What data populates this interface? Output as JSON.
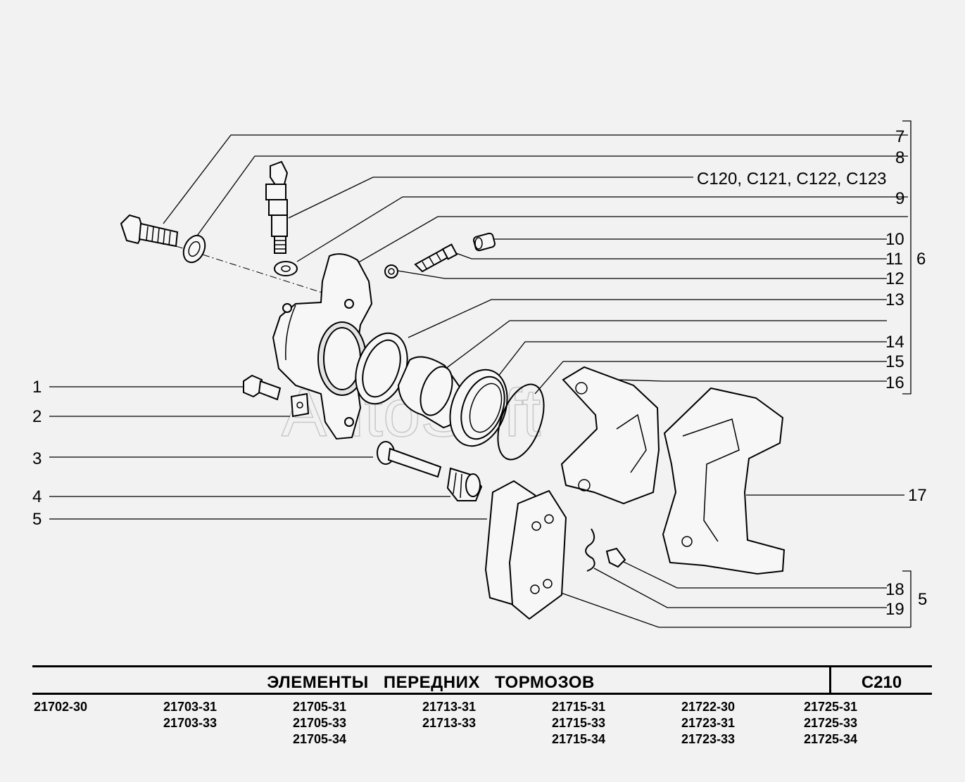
{
  "title": "ЭЛЕМЕНТЫ ПЕРЕДНИХ ТОРМОЗОВ",
  "page_code": "C210",
  "watermark": "AutoSoft",
  "callouts": {
    "c1": "1",
    "c2": "2",
    "c3": "3",
    "c4": "4",
    "c5": "5",
    "c6": "6",
    "c5_group": "5",
    "c7": "7",
    "c8": "8",
    "ref": "C120, C121, C122, C123",
    "c9": "9",
    "c10": "10",
    "c11": "11",
    "c12": "12",
    "c13": "13",
    "c14": "14",
    "c15": "15",
    "c16": "16",
    "c17": "17",
    "c18": "18",
    "c19": "19"
  },
  "models": [
    [
      "21702-30"
    ],
    [
      "21703-31",
      "21703-33"
    ],
    [
      "21705-31",
      "21705-33",
      "21705-34"
    ],
    [
      "21713-31",
      "21713-33"
    ],
    [
      "21715-31",
      "21715-33",
      "21715-34"
    ],
    [
      "21722-30",
      "21723-31",
      "21723-33"
    ],
    [
      "21725-31",
      "21725-33",
      "21725-34"
    ]
  ]
}
